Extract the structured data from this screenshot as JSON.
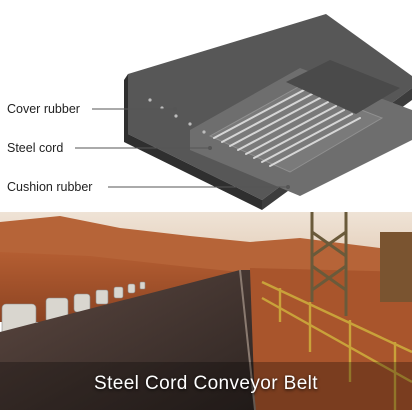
{
  "diagram": {
    "labels": {
      "cover_rubber": "Cover rubber",
      "steel_cord": "Steel cord",
      "cushion_rubber": "Cushion rubber"
    },
    "colors": {
      "rubber_top": "#5c5c5c",
      "rubber_side": "#3a3a3a",
      "leader_line": "#555555",
      "steel_cord": "#cfcfcf"
    }
  },
  "photo": {
    "caption": "Steel Cord Conveyor Belt",
    "colors": {
      "sky": "#e9d8c8",
      "ground": "#a8552d",
      "belt": "#4a3a34",
      "railing": "#c9a23a"
    }
  }
}
